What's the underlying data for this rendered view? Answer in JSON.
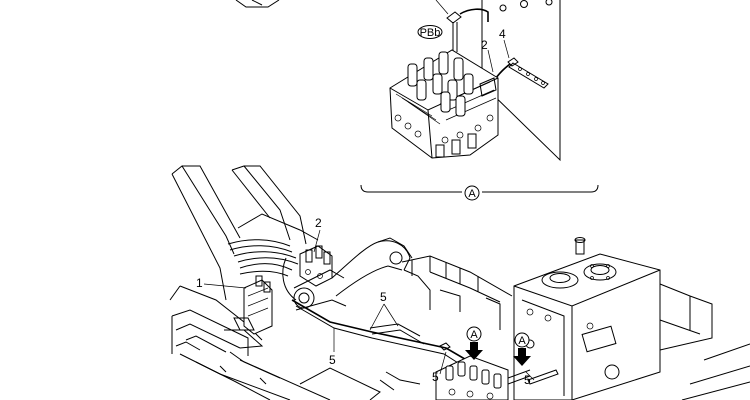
{
  "detail_view": {
    "port_tag": "PBb",
    "callouts": [
      "2",
      "4"
    ],
    "view_label": "A"
  },
  "main_view": {
    "callouts": [
      "1",
      "2",
      "5",
      "5",
      "5",
      "5"
    ],
    "view_markers": [
      "A",
      "A"
    ]
  }
}
